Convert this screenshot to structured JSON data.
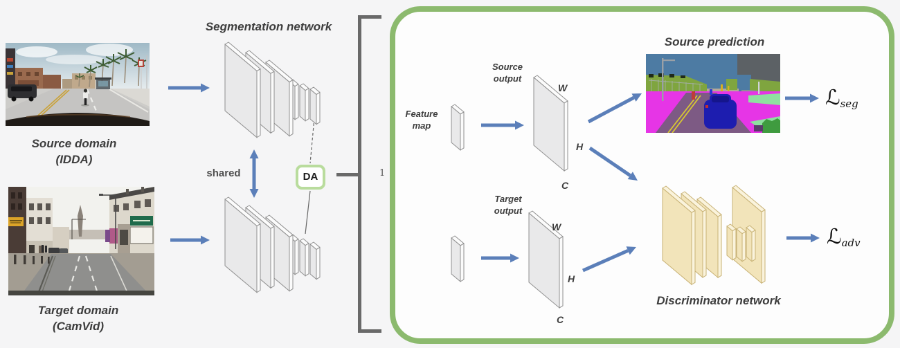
{
  "colors": {
    "page_bg": "#f5f5f6",
    "panel_bg": "#fdfdfd",
    "arrow_blue": "#5b7fb9",
    "green_border": "#8cba6e",
    "da_border": "#b9dc9d",
    "bracket_gray": "#696969",
    "plate_fill": "#e9e9ea",
    "plate_edge": "#fbfbfb",
    "plate_stroke": "#909090",
    "disc_fill": "#f2e4ba",
    "disc_edge": "#faf3dc",
    "disc_stroke": "#c8b275",
    "text_dark": "#3d3d3d"
  },
  "inputs": {
    "source_caption": [
      "Source domain",
      "(IDDA)"
    ],
    "target_caption": [
      "Target domain",
      "(CamVid)"
    ]
  },
  "segmentation": {
    "title": "Segmentation network",
    "shared_label": "shared",
    "da_label": "DA",
    "bracket_label": "1"
  },
  "module": {
    "feature_map": [
      "Feature",
      "map"
    ],
    "source_output": [
      "Source",
      "output"
    ],
    "target_output": [
      "Target",
      "output"
    ],
    "dims": {
      "w": "W",
      "h": "H",
      "c": "C"
    },
    "source_prediction_title": "Source prediction",
    "discriminator_title": "Discriminator network",
    "loss_seg": {
      "symbol": "ℒ",
      "sub": "seg"
    },
    "loss_adv": {
      "symbol": "ℒ",
      "sub": "adv"
    }
  }
}
